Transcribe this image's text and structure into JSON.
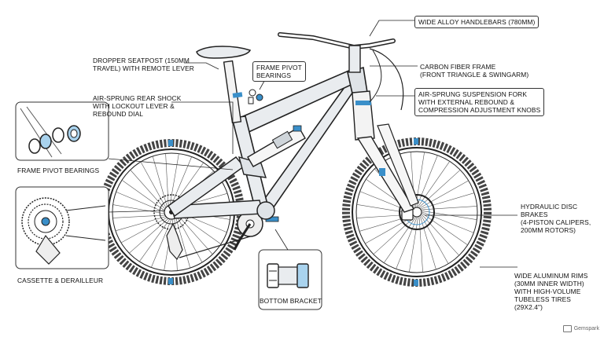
{
  "labels": {
    "handlebars": [
      "WIDE ALLOY HANDLEBARS (780mm)"
    ],
    "seatpost": [
      "DROPPER SEATPOST (150mm",
      "TRAVEL) WITH REMOTE LEVER"
    ],
    "pivot_top": [
      "FRAME PIVOT",
      "BEARINGS"
    ],
    "frame": [
      "CARBON FIBER FRAME",
      "(FRONT TRIANGLE & SWINGARM)"
    ],
    "shock": [
      "AIR-SPRUNG REAR SHOCK",
      "WITH LOCKOUT LEVER &",
      "REBOUND DIAL"
    ],
    "fork": [
      "AIR-SPRUNG SUSPENSION FORK",
      "WITH EXTERNAL REBOUND &",
      "COMPRESSION ADJUSTMENT KNOBS"
    ],
    "pivot_inset": [
      "FRAME PIVOT BEARINGS"
    ],
    "brakes": [
      "HYDRAULIC DISC",
      "BRAKES",
      "(4-PISTON CALIPERS,",
      "200mm ROTORS)"
    ],
    "cassette": [
      "CASSETTE & DERAILLEUR"
    ],
    "bottom_bracket": [
      "BOTTOM BRACKET"
    ],
    "rims": [
      "WIDE ALUMINUM RIMS",
      "(30mm INNER WIDTH)",
      "WITH HIGH-VOLUME",
      "TUBELESS TIRES",
      "(29x2.4\")"
    ]
  },
  "watermark": "Gemspark",
  "colors": {
    "ink": "#222222",
    "accent": "#3a8fc9",
    "accent_light": "#a9d3ee",
    "frame_fill": "#e9ecef"
  }
}
